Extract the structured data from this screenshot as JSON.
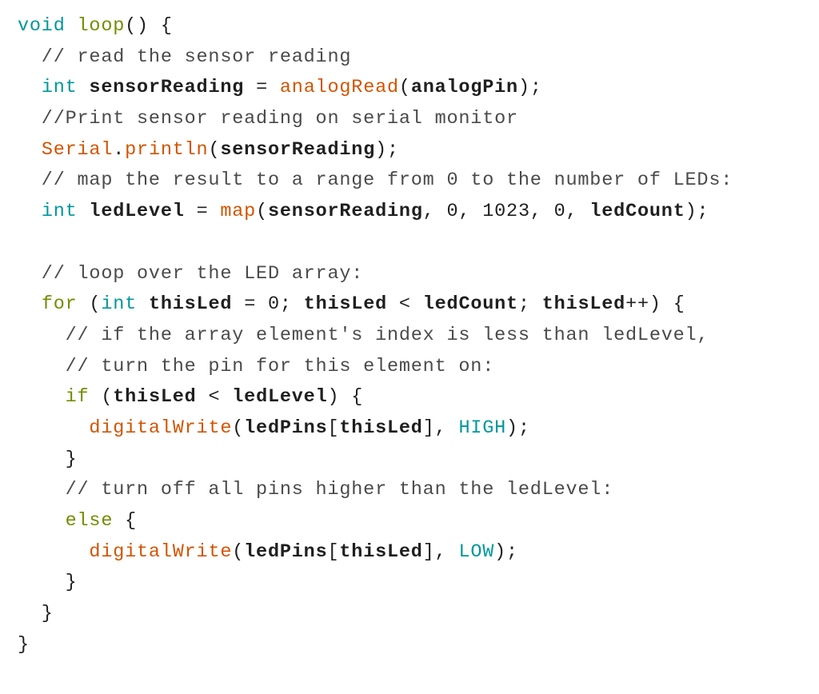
{
  "code_view": {
    "colors": {
      "plain": "#1f1f1f",
      "comment": "#4a4a4a",
      "keyword": "#00979c",
      "control": "#728e00",
      "function": "#d35400",
      "constant": "#00979c"
    },
    "lines": [
      [
        {
          "t": "keyword",
          "v": "void"
        },
        {
          "t": "punct",
          "v": " "
        },
        {
          "t": "control",
          "v": "loop"
        },
        {
          "t": "punct",
          "v": "() {"
        }
      ],
      [
        {
          "t": "comment",
          "v": "  // read the sensor reading"
        }
      ],
      [
        {
          "t": "punct",
          "v": "  "
        },
        {
          "t": "keyword",
          "v": "int"
        },
        {
          "t": "plain",
          "v": " sensorReading "
        },
        {
          "t": "punct",
          "v": "= "
        },
        {
          "t": "func",
          "v": "analogRead"
        },
        {
          "t": "punct",
          "v": "("
        },
        {
          "t": "plain",
          "v": "analogPin"
        },
        {
          "t": "punct",
          "v": ");"
        }
      ],
      [
        {
          "t": "comment",
          "v": "  //Print sensor reading on serial monitor"
        }
      ],
      [
        {
          "t": "punct",
          "v": "  "
        },
        {
          "t": "func",
          "v": "Serial"
        },
        {
          "t": "punct",
          "v": "."
        },
        {
          "t": "func",
          "v": "println"
        },
        {
          "t": "punct",
          "v": "("
        },
        {
          "t": "plain",
          "v": "sensorReading"
        },
        {
          "t": "punct",
          "v": ");"
        }
      ],
      [
        {
          "t": "comment",
          "v": "  // map the result to a range from 0 to the number of LEDs:"
        }
      ],
      [
        {
          "t": "punct",
          "v": "  "
        },
        {
          "t": "keyword",
          "v": "int"
        },
        {
          "t": "plain",
          "v": " ledLevel "
        },
        {
          "t": "punct",
          "v": "= "
        },
        {
          "t": "func",
          "v": "map"
        },
        {
          "t": "punct",
          "v": "("
        },
        {
          "t": "plain",
          "v": "sensorReading"
        },
        {
          "t": "punct",
          "v": ", 0, 1023, 0, "
        },
        {
          "t": "plain",
          "v": "ledCount"
        },
        {
          "t": "punct",
          "v": ");"
        }
      ],
      [],
      [
        {
          "t": "comment",
          "v": "  // loop over the LED array:"
        }
      ],
      [
        {
          "t": "punct",
          "v": "  "
        },
        {
          "t": "control",
          "v": "for"
        },
        {
          "t": "punct",
          "v": " ("
        },
        {
          "t": "keyword",
          "v": "int"
        },
        {
          "t": "plain",
          "v": " thisLed "
        },
        {
          "t": "punct",
          "v": "= 0; "
        },
        {
          "t": "plain",
          "v": "thisLed "
        },
        {
          "t": "punct",
          "v": "< "
        },
        {
          "t": "plain",
          "v": "ledCount"
        },
        {
          "t": "punct",
          "v": "; "
        },
        {
          "t": "plain",
          "v": "thisLed"
        },
        {
          "t": "punct",
          "v": "++) {"
        }
      ],
      [
        {
          "t": "comment",
          "v": "    // if the array element's index is less than ledLevel,"
        }
      ],
      [
        {
          "t": "comment",
          "v": "    // turn the pin for this element on:"
        }
      ],
      [
        {
          "t": "punct",
          "v": "    "
        },
        {
          "t": "control",
          "v": "if"
        },
        {
          "t": "punct",
          "v": " ("
        },
        {
          "t": "plain",
          "v": "thisLed "
        },
        {
          "t": "punct",
          "v": "< "
        },
        {
          "t": "plain",
          "v": "ledLevel"
        },
        {
          "t": "punct",
          "v": ") {"
        }
      ],
      [
        {
          "t": "punct",
          "v": "      "
        },
        {
          "t": "func",
          "v": "digitalWrite"
        },
        {
          "t": "punct",
          "v": "("
        },
        {
          "t": "plain",
          "v": "ledPins"
        },
        {
          "t": "punct",
          "v": "["
        },
        {
          "t": "plain",
          "v": "thisLed"
        },
        {
          "t": "punct",
          "v": "], "
        },
        {
          "t": "const",
          "v": "HIGH"
        },
        {
          "t": "punct",
          "v": ");"
        }
      ],
      [
        {
          "t": "punct",
          "v": "    }"
        }
      ],
      [
        {
          "t": "comment",
          "v": "    // turn off all pins higher than the ledLevel:"
        }
      ],
      [
        {
          "t": "punct",
          "v": "    "
        },
        {
          "t": "control",
          "v": "else"
        },
        {
          "t": "punct",
          "v": " {"
        }
      ],
      [
        {
          "t": "punct",
          "v": "      "
        },
        {
          "t": "func",
          "v": "digitalWrite"
        },
        {
          "t": "punct",
          "v": "("
        },
        {
          "t": "plain",
          "v": "ledPins"
        },
        {
          "t": "punct",
          "v": "["
        },
        {
          "t": "plain",
          "v": "thisLed"
        },
        {
          "t": "punct",
          "v": "], "
        },
        {
          "t": "const",
          "v": "LOW"
        },
        {
          "t": "punct",
          "v": ");"
        }
      ],
      [
        {
          "t": "punct",
          "v": "    }"
        }
      ],
      [
        {
          "t": "punct",
          "v": "  }"
        }
      ],
      [
        {
          "t": "punct",
          "v": "}"
        }
      ]
    ]
  }
}
